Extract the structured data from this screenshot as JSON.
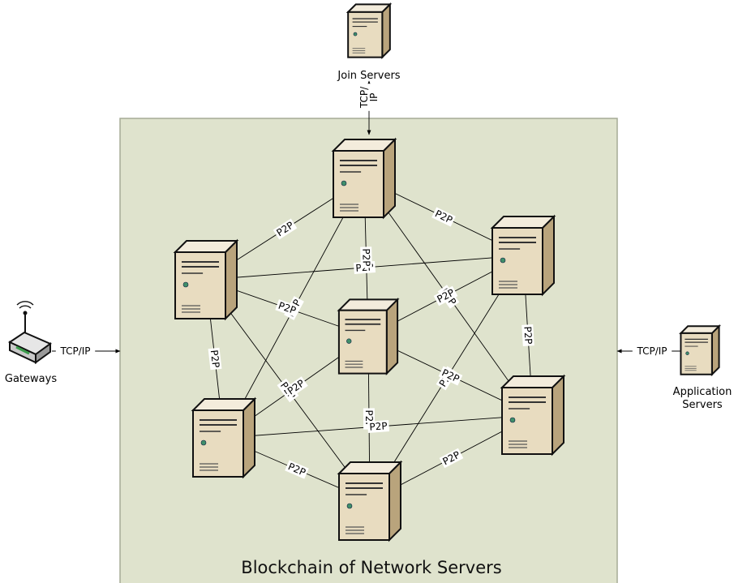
{
  "diagram": {
    "title": "Blockchain of Network Servers",
    "colors": {
      "panel_fill": "#dfe3cd",
      "panel_stroke": "#a5ab96",
      "server_front": "#e8dcc0",
      "server_side": "#b9a47c",
      "server_top": "#f3ecdc",
      "led": "#3f8f6a",
      "edge": "#000000"
    },
    "nodes": {
      "join": {
        "label": "Join Servers"
      },
      "gateways": {
        "label": "Gateways"
      },
      "app": {
        "label": "Application\nServers"
      },
      "top": {
        "label": ""
      },
      "upper_left": {
        "label": ""
      },
      "upper_right": {
        "label": ""
      },
      "center": {
        "label": ""
      },
      "lower_left": {
        "label": ""
      },
      "lower_right": {
        "label": ""
      },
      "bottom": {
        "label": ""
      }
    },
    "edges": [
      {
        "from": "join",
        "to": "top",
        "label": "TCP/\nIP"
      },
      {
        "from": "gateways",
        "to": "panel",
        "label": "TCP/IP"
      },
      {
        "from": "app",
        "to": "panel",
        "label": "TCP/IP"
      },
      {
        "from": "upper_left",
        "to": "top",
        "label": "P2P"
      },
      {
        "from": "top",
        "to": "upper_right",
        "label": "P2P"
      },
      {
        "from": "upper_left",
        "to": "upper_right",
        "label": "P2P"
      },
      {
        "from": "top",
        "to": "center",
        "label": "P2P"
      },
      {
        "from": "top",
        "to": "lower_left",
        "label": "P2P"
      },
      {
        "from": "top",
        "to": "lower_right",
        "label": "P2P"
      },
      {
        "from": "upper_left",
        "to": "center",
        "label": "P2P"
      },
      {
        "from": "upper_left",
        "to": "lower_left",
        "label": "P2P"
      },
      {
        "from": "upper_left",
        "to": "bottom",
        "label": "P2P"
      },
      {
        "from": "upper_right",
        "to": "center",
        "label": "P2P"
      },
      {
        "from": "upper_right",
        "to": "lower_right",
        "label": "P2P"
      },
      {
        "from": "upper_right",
        "to": "bottom",
        "label": "P2P"
      },
      {
        "from": "center",
        "to": "lower_left",
        "label": "P2P"
      },
      {
        "from": "center",
        "to": "lower_right",
        "label": "P2P"
      },
      {
        "from": "center",
        "to": "bottom",
        "label": "P2P"
      },
      {
        "from": "lower_left",
        "to": "lower_right",
        "label": "P2P"
      },
      {
        "from": "lower_left",
        "to": "bottom",
        "label": "P2P"
      },
      {
        "from": "lower_right",
        "to": "bottom",
        "label": "P2P"
      }
    ]
  }
}
